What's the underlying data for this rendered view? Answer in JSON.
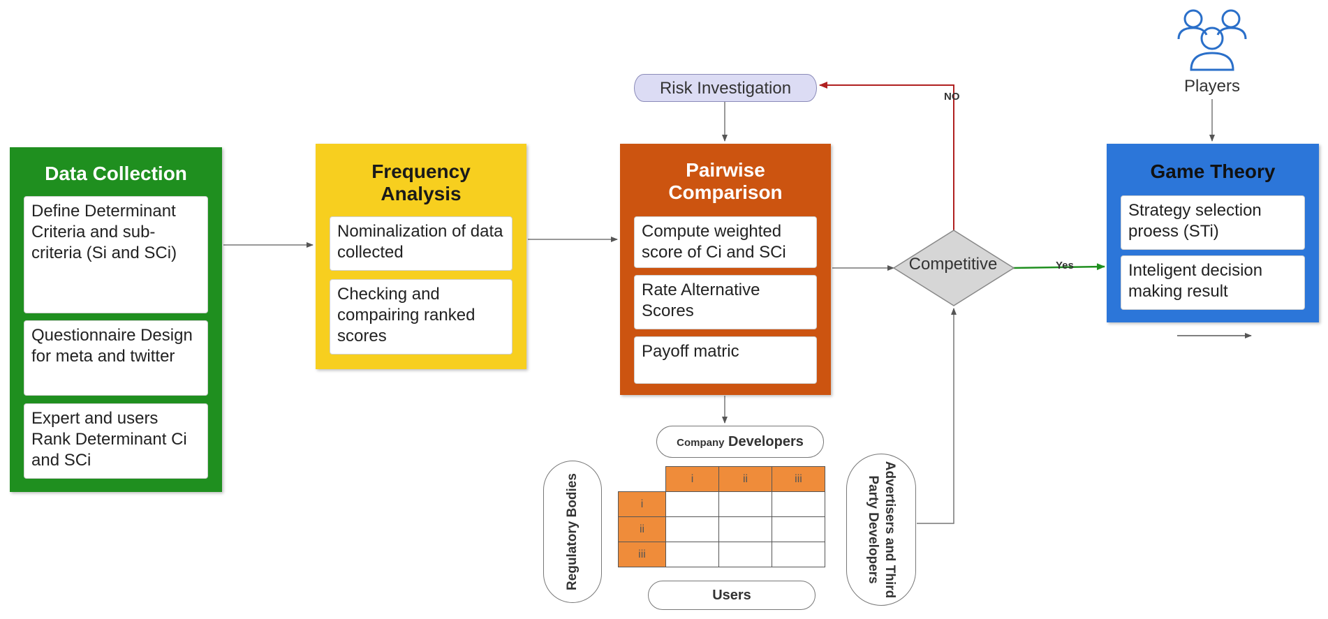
{
  "colors": {
    "data_collection": "#1f8f1f",
    "frequency_analysis": "#f7cf1f",
    "pairwise_comparison": "#cc5410",
    "game_theory": "#2c76d9",
    "players_icon": "#2a6fc9",
    "no_arrow": "#b02020",
    "yes_arrow": "#1f8f1f",
    "matrix_header": "#ef8c3a"
  },
  "data_collection": {
    "title": "Data Collection",
    "steps": [
      "Define Determinant Criteria and sub-criteria (Si and SCi)",
      "Questionnaire Design for meta and twitter",
      "Expert and users Rank Determinant Ci and SCi"
    ]
  },
  "frequency_analysis": {
    "title": "Frequency Analysis",
    "steps": [
      "Nominalization of data collected",
      "Checking and compairing ranked scores"
    ]
  },
  "pairwise_comparison": {
    "title": "Pairwise Comparison",
    "steps": [
      "Compute weighted score of Ci and SCi",
      "Rate Alternative Scores",
      "Payoff matric"
    ]
  },
  "risk_investigation": "Risk Investigation",
  "decision": {
    "label": "Competitive",
    "no_label": "NO",
    "yes_label": "Yes"
  },
  "game_theory": {
    "title": "Game Theory",
    "steps": [
      "Strategy selection proess (STi)",
      "Inteligent decision making result"
    ]
  },
  "players": {
    "label": "Players",
    "icon": "users-group-icon"
  },
  "matrix": {
    "top_label_small": "Company",
    "top_label": "Developers",
    "bottom_label": "Users",
    "left_label": "Regulatory Bodies",
    "right_label": "Advertisers and Third Party Developers",
    "columns": [
      "i",
      "ii",
      "iii"
    ],
    "rows": [
      "i",
      "ii",
      "iii"
    ]
  }
}
